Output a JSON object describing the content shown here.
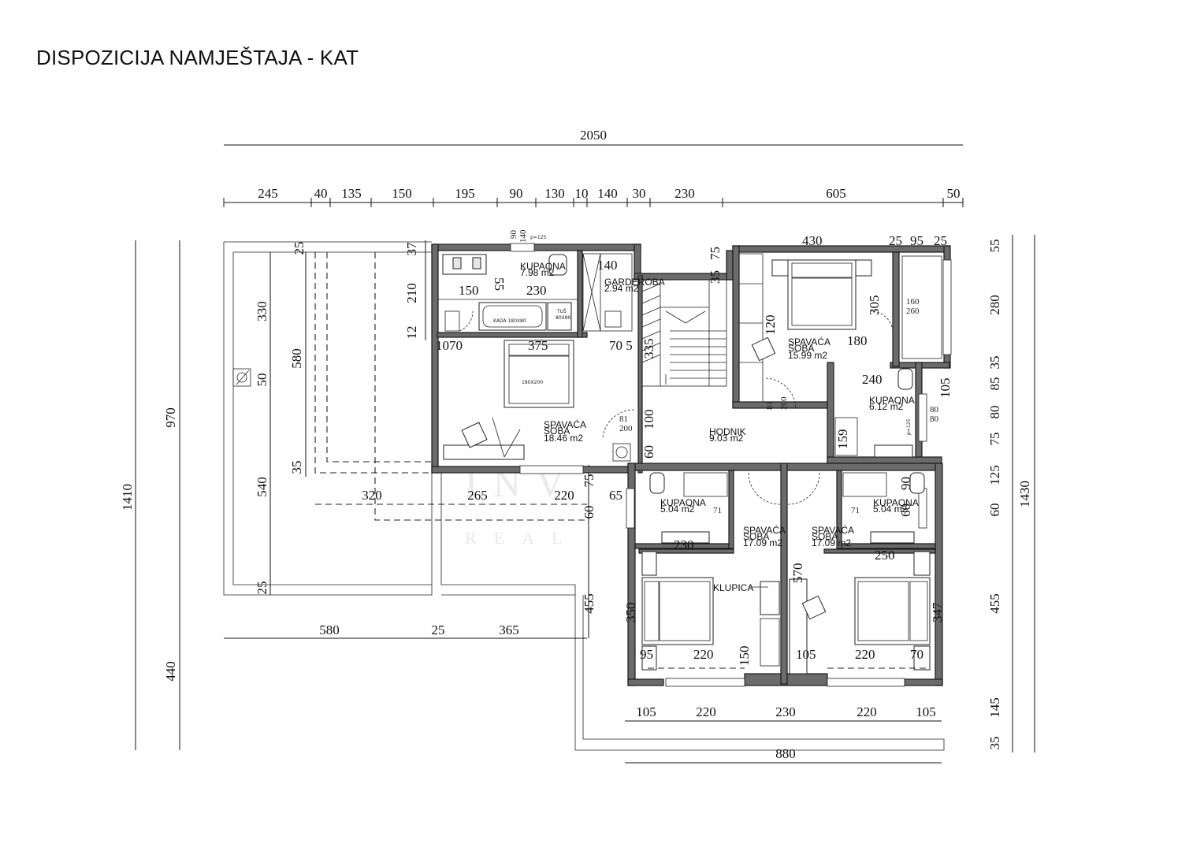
{
  "title": "DISPOZICIJA NAMJEŠTAJA - KAT",
  "top_dims": {
    "overall": "2050",
    "segments": [
      "245",
      "40",
      "135",
      "150",
      "195",
      "90",
      "130",
      "10",
      "140",
      "30",
      "230",
      "605",
      "50"
    ]
  },
  "right_dims": {
    "overall": "1430",
    "segments": [
      "55",
      "280",
      "35",
      "85",
      "80",
      "75",
      "125",
      "60",
      "455",
      "145",
      "35"
    ]
  },
  "left_dims": {
    "overall": "1410",
    "left_mid": [
      "970",
      "440"
    ],
    "inner": [
      "330",
      "50",
      "540",
      "25"
    ],
    "inner2": [
      "580",
      "35"
    ],
    "inner3": [
      "25",
      "37",
      "210",
      "12"
    ]
  },
  "bottom_dims": {
    "terrace": [
      "580",
      "25",
      "365"
    ],
    "front": [
      "105",
      "220",
      "230",
      "220",
      "105"
    ],
    "overall": "880"
  },
  "rooms": {
    "bath1": {
      "name": "KUPAONA",
      "area": "7.98 m2"
    },
    "wardrobe": {
      "name": "GARDEROBA",
      "area": "2.94 m2"
    },
    "bedroom1": {
      "name1": "SPAVAĆA",
      "name2": "SOBA",
      "area": "18.46 m2"
    },
    "bedroom2": {
      "name1": "SPAVAĆA",
      "name2": "SOBA",
      "area": "15.99 m2"
    },
    "bath2": {
      "name": "KUPAONA",
      "area": "6.12 m2"
    },
    "hall": {
      "name": "HODNIK",
      "area": "9.03 m2"
    },
    "bath3": {
      "name": "KUPAONA",
      "area": "5.04 m2"
    },
    "bath4": {
      "name": "KUPAONA",
      "area": "5.04 m2"
    },
    "bedroom3": {
      "name1": "SPAVAĆA",
      "name2": "SOBA",
      "area": "17.09 m2"
    },
    "bedroom4": {
      "name1": "SPAVAĆA",
      "name2": "SOBA",
      "area": "17.09 m2"
    }
  },
  "inner_dims": {
    "d55": "55",
    "d230a": "230",
    "d150": "150",
    "d140": "140",
    "d1070": "1070",
    "d375": "375",
    "d705": "70 5",
    "d90": "90",
    "d140b": "140",
    "p125": "p=125",
    "d430": "430",
    "d25a": "25",
    "d95": "95",
    "d25b": "25",
    "d75": "75",
    "d35": "35",
    "d120": "120",
    "d305": "305",
    "d160": "160",
    "d260": "260",
    "d180": "180",
    "d240": "240",
    "d105": "105",
    "d335": "335",
    "d100": "100",
    "d60": "60",
    "d81a": "81",
    "d200a": "200",
    "d81b": "81",
    "d200b": "200",
    "d159": "159",
    "d80": "80",
    "d80b": "80",
    "d320": "320",
    "d265": "265",
    "d220a": "220",
    "d65": "65",
    "d75b": "75",
    "d60b": "60",
    "d230b": "230",
    "d250": "250",
    "d71a": "71",
    "d71b": "71",
    "d350": "350",
    "d570": "570",
    "d347": "347",
    "d95b": "95",
    "d220b": "220",
    "d150b": "150",
    "d105b": "105",
    "d220c": "220",
    "d70": "70",
    "d455": "455",
    "d90b": "90",
    "d60c": "60"
  },
  "furniture": {
    "kada": "KADA 180X80",
    "tus": "TUŠ",
    "tus_size": "80X80",
    "bed1": "180X200",
    "klupica": "KLUPICA"
  },
  "colors": {
    "wall": "#6b6b6b",
    "ink": "#111111",
    "paper": "#ffffff"
  }
}
